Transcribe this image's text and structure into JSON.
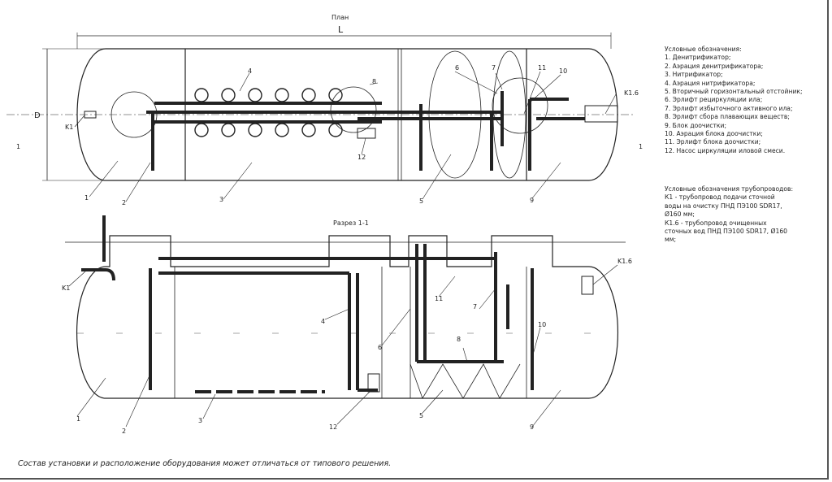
{
  "plan": {
    "title": "План",
    "length_label": "L",
    "diameter_label": "D",
    "section_mark": "1",
    "pipe_in": "K1",
    "pipe_out": "K1.6",
    "callouts": [
      "1",
      "2",
      "3",
      "4",
      "5",
      "6",
      "7",
      "8",
      "9",
      "10",
      "11",
      "12"
    ]
  },
  "section": {
    "title": "Разрез 1-1",
    "pipe_in": "K1",
    "pipe_out": "K1.6",
    "callouts": [
      "1",
      "2",
      "3",
      "4",
      "5",
      "6",
      "7",
      "8",
      "9",
      "10",
      "11",
      "12"
    ]
  },
  "legend": {
    "title": "Условные обозначения:",
    "items": [
      "1. Денитрификатор;",
      "2. Аэрация денитрификатора;",
      "3. Нитрификатор;",
      "4. Аэрация нитрификатора;",
      "5. Вторичный горизонтальный отстойник;",
      "6. Эрлифт рециркуляции ила;",
      "7. Эрлифт избыточного активного ила;",
      "8. Эрлифт сбора плавающих веществ;",
      "9. Блок доочистки;",
      "10. Аэрация блока доочистки;",
      "11. Эрлифт блока доочистки;",
      "12. Насос циркуляции иловой смеси."
    ]
  },
  "pipe_legend": {
    "title": "Условные обозначения трубопроводов:",
    "lines": [
      "К1 - трубопровод подачи сточной",
      "воды на очистку ПНД ПЭ100 SDR17,",
      "Ø160 мм;",
      "К1.6 - трубопровод очищенных",
      "сточных вод ПНД ПЭ100 SDR17, Ø160",
      "мм;"
    ]
  },
  "footnote": "Состав установки и расположение оборудования может отличаться от типового решения."
}
